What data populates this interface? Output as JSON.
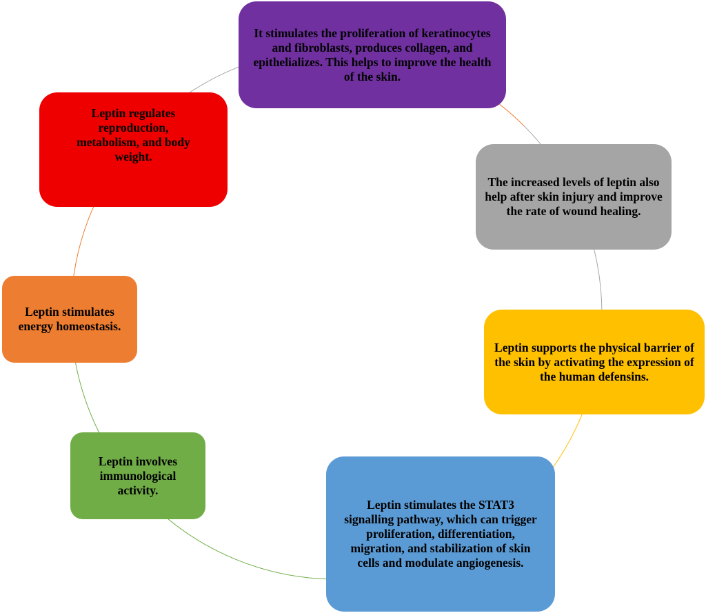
{
  "nodes": [
    {
      "id": "skin-health",
      "text": "It stimulates the proliferation of keratinocytes and fibroblasts, produces collagen, and epithelializes. This helps to improve the health of the skin.",
      "color": "#7030A0"
    },
    {
      "id": "wound-healing",
      "text": "The increased levels of leptin also help after skin injury and improve the rate of wound healing.",
      "color": "#A5A5A5"
    },
    {
      "id": "physical-barrier",
      "text": "Leptin supports the physical barrier of the skin by activating the expression of the human defensins.",
      "color": "#FFC000"
    },
    {
      "id": "stat3",
      "text": "Leptin stimulates the STAT3 signalling pathway, which can trigger proliferation, differentiation, migration, and stabilization of skin cells and modulate angiogenesis.",
      "color": "#5B9BD5"
    },
    {
      "id": "immunological",
      "text": "Leptin involves immunological activity.",
      "color": "#70AD47"
    },
    {
      "id": "energy",
      "text": "Leptin stimulates energy homeostasis.",
      "color": "#ED7D31"
    },
    {
      "id": "reproduction",
      "text": "Leptin regulates reproduction, metabolism, and body weight.",
      "color": "#EE0000"
    }
  ],
  "connector_colors": [
    "#ED7D31",
    "#A5A5A5",
    "#FFC000",
    "#5B9BD5",
    "#70AD47",
    "#70AD47",
    "#ED7D31",
    "#A5A5A5"
  ]
}
